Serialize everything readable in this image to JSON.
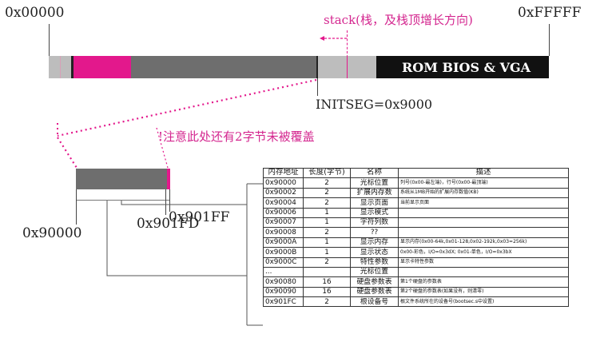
{
  "memory_map": {
    "start_addr": "0x00000",
    "end_addr": "0xFFFFF",
    "stack_label": "stack(栈，及栈顶增长方向)",
    "initseg_label": "INITSEG=0x9000",
    "rom_label": "ROM BIOS & VGA"
  },
  "zoom": {
    "note": "!注意此处还有2字节未被覆盖",
    "addr_start": "0x90000",
    "addr_fd": "0x901FD",
    "addr_ff": "0x901FF"
  },
  "table": {
    "headers": [
      "内存地址",
      "长度(字节)",
      "名称",
      "描述"
    ],
    "rows": [
      [
        "0x90000",
        "2",
        "光标位置",
        "列号(0x00-最左端)，行号(0x00-最顶端)"
      ],
      [
        "0x90002",
        "2",
        "扩展内存数",
        "系统从1MB开始的扩展内存数值(KB)"
      ],
      [
        "0x90004",
        "2",
        "显示页面",
        "当前显示页面"
      ],
      [
        "0x90006",
        "1",
        "显示模式",
        ""
      ],
      [
        "0x90007",
        "1",
        "字符列数",
        ""
      ],
      [
        "0x90008",
        "2",
        "??",
        ""
      ],
      [
        "0x9000A",
        "1",
        "显示内存",
        "显示内存(0x00-64k,0x01-128,0x02-192k,0x03=256k)"
      ],
      [
        "0x9000B",
        "1",
        "显示状态",
        "0x00-彩色，I/O=0x3dX; 0x01-单色，I/O=0x3bX"
      ],
      [
        "0x9000C",
        "2",
        "特性参数",
        "显示卡特性参数"
      ],
      [
        "...",
        "",
        "光标位置",
        ""
      ],
      [
        "0x90080",
        "16",
        "硬盘参数表",
        "第1个硬盘的参数表"
      ],
      [
        "0x90090",
        "16",
        "硬盘参数表",
        "第2个硬盘的参数表(如果没有，则清零)"
      ],
      [
        "0x901FC",
        "2",
        "根设备号",
        "根文件系统所在的设备号(bootsec.s中设置)"
      ]
    ]
  },
  "colors": {
    "pink": "#e3188c",
    "dark_gray": "#6e6e6e",
    "light_gray": "#bdbdbd",
    "black": "#111111"
  }
}
